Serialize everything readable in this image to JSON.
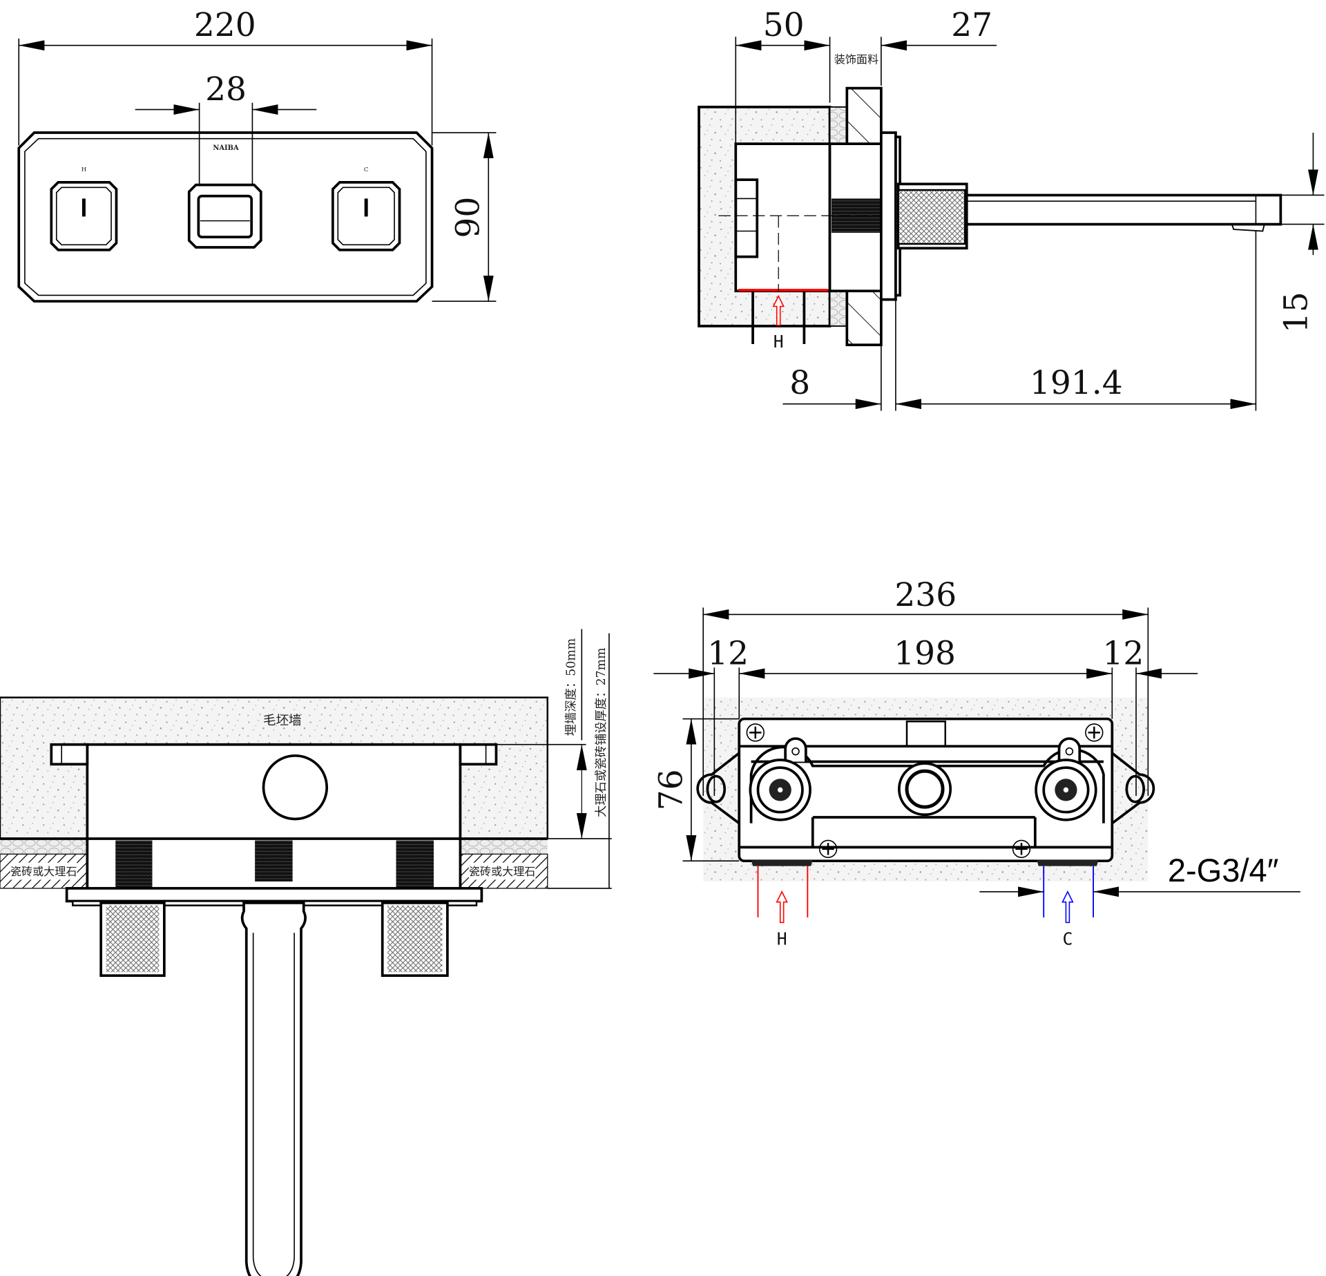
{
  "front_view": {
    "width_dim": "220",
    "handle_dim": "28",
    "height_dim": "90",
    "hot_mark": "H",
    "cold_mark": "C",
    "logo_text": "NAIBA"
  },
  "side_view": {
    "depth_dim": "50",
    "cover_dim": "27",
    "cover_label": "装饰面料",
    "gap_dim": "8",
    "spout_dim": "191.4",
    "spout_height_dim": "15",
    "inlet_label": "H"
  },
  "install_section": {
    "wall_label": "毛坯墙",
    "embed_depth_note": "埋墙深度：50mm",
    "tile_thickness_note": "大理石或瓷砖铺设厚度：27mm",
    "tile_label_left": "瓷砖或大理石",
    "tile_label_right": "瓷砖或大理石"
  },
  "valve_body": {
    "total_width_dim": "236",
    "left_margin_dim": "12",
    "center_dim": "198",
    "right_margin_dim": "12",
    "height_dim": "76",
    "thread_spec": "2-G3/4″",
    "hot_label": "H",
    "cold_label": "C"
  },
  "colors": {
    "hot": "#ff0000",
    "cold": "#0000ff",
    "line": "#000000"
  }
}
